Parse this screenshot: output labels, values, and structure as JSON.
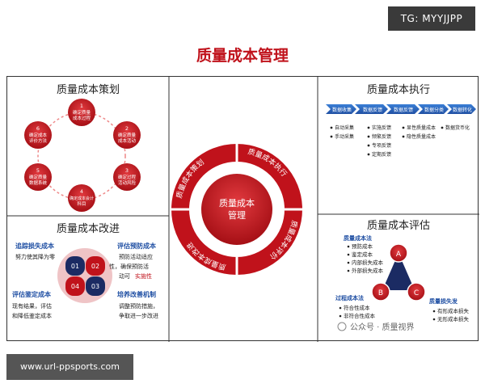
{
  "tag_label": "TG: MYYJJPP",
  "main_title": "质量成本管理",
  "url_label": "www.url-ppsports.com",
  "watermark": "公众号 · 质量视界",
  "center": {
    "line1": "质量成本",
    "line2": "管理",
    "ring_labels": [
      "质量成本策划",
      "质量成本执行",
      "质量成本评价",
      "质量成本改进"
    ]
  },
  "plan": {
    "title": "质量成本策划",
    "steps": [
      {
        "num": "1",
        "l1": "确定质量",
        "l2": "成本过程"
      },
      {
        "num": "2",
        "l1": "确定质量",
        "l2": "成本活动"
      },
      {
        "num": "3",
        "l1": "确定过程",
        "l2": "活动风险"
      },
      {
        "num": "4",
        "l1": "确定成本会计",
        "l2": "科目"
      },
      {
        "num": "5",
        "l1": "确定质量",
        "l2": "数据系统"
      },
      {
        "num": "6",
        "l1": "确定成本",
        "l2": "评价方法"
      }
    ]
  },
  "exec": {
    "title": "质量成本执行",
    "arrows": [
      "数据收集",
      "数据反馈",
      "数据反馈",
      "数据分类",
      "数据转化"
    ],
    "cols": [
      [
        "自动采集",
        "手动采集"
      ],
      [
        "实施反馈",
        "频繁反馈",
        "专项反馈",
        "定期反馈"
      ],
      [
        "显性质量成本",
        "隐性质量成本"
      ],
      [
        "数据货币化"
      ]
    ]
  },
  "improve": {
    "title": "质量成本改进",
    "tl_head": "追踪损失成本",
    "tl_body": "努力使其降为零",
    "tr_head": "评估预防成本",
    "tr_body1": "预防活动适应",
    "tr_body2": "性，确保预防活",
    "tr_body3": "动可",
    "tr_red": "实施性",
    "bl_head": "评估鉴定成本",
    "bl_body1": "现有结果，评估",
    "bl_body2": "和降低鉴定成本",
    "br_head": "培养改善机制",
    "br_body1": "调整预防措施，",
    "br_body2": "争取进一步改进",
    "quads": [
      "01",
      "02",
      "04",
      "03"
    ]
  },
  "eval": {
    "title": "质量成本评估",
    "a": "A",
    "b": "B",
    "c": "C",
    "g1_head": "质量成本法",
    "g1": [
      "预防成本",
      "鉴定成本",
      "内部损失成本",
      "外部损失成本"
    ],
    "g2_head": "过程成本法",
    "g2": [
      "符合性成本",
      "非符合性成本"
    ],
    "g3_head": "质量损失发",
    "g3": [
      "有形成本损失",
      "无形成本损失"
    ]
  },
  "colors": {
    "accent": "#c0121b",
    "dark_red": "#8e0c10",
    "blue": "#1f4fa3",
    "navy": "#1b2b63"
  }
}
